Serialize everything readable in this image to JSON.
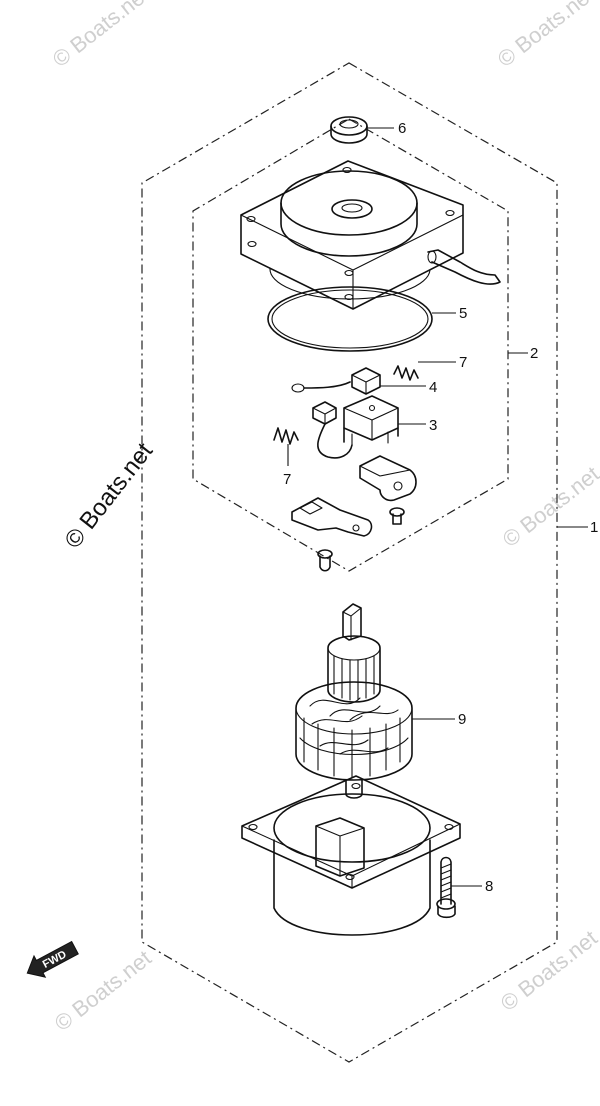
{
  "callouts": {
    "c1": "1",
    "c2": "2",
    "c3": "3",
    "c4": "4",
    "c5": "5",
    "c6": "6",
    "c7a": "7",
    "c7b": "7",
    "c8": "8",
    "c9": "9"
  },
  "watermark": {
    "text": "© Boats.net"
  },
  "direction": {
    "label": "FWD"
  }
}
